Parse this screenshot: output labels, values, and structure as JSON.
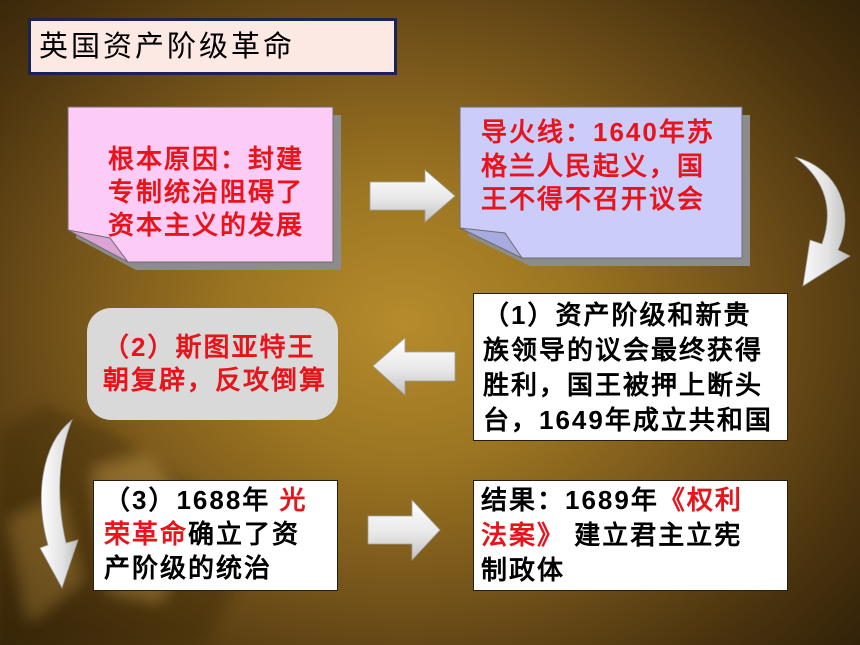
{
  "slide": {
    "title": "英国资产阶级革命",
    "colors": {
      "title_background": "#fde9e3",
      "title_border": "#1b2350",
      "cause_box_fill": "#fccbf6",
      "trigger_box_fill": "#cbccf9",
      "restoration_box_fill": "#d9d9d9",
      "note_shadow": "#8c8c8c",
      "frame_background": "#ffffff"
    }
  },
  "boxes": {
    "cause": {
      "text_color": "#e8141b",
      "lines": [
        "根本原因：封建",
        "专制统治阻碍了",
        "资本主义的发展"
      ]
    },
    "trigger": {
      "text_color": "#e8141b",
      "lines": [
        "导火线：1640年苏",
        "格兰人民起义，国",
        "王不得不召开议会"
      ]
    },
    "parliament_victory": {
      "text_color": "#000000",
      "lines": [
        "（1）资产阶级和新贵",
        "族领导的议会最终获得",
        "胜利，国王被押上断头",
        "台，1649年成立共和国"
      ]
    },
    "restoration": {
      "text_color": "#e8141b",
      "lines": [
        "（2）斯图亚特王",
        "朝复辟，反攻倒算"
      ]
    },
    "glorious_revolution": {
      "lines": [
        [
          {
            "text": "（3）1688年 ",
            "color": "#000000"
          },
          {
            "text": "光",
            "color": "#e8141b"
          }
        ],
        [
          {
            "text": "荣革命",
            "color": "#e8141b"
          },
          {
            "text": "确立了资",
            "color": "#000000"
          }
        ],
        [
          {
            "text": "产阶级的统治",
            "color": "#000000"
          }
        ]
      ]
    },
    "result": {
      "lines": [
        [
          {
            "text": "结果：1689年",
            "color": "#000000"
          },
          {
            "text": "《权利",
            "color": "#e8141b"
          }
        ],
        [
          {
            "text": "法案》",
            "color": "#e8141b"
          },
          {
            "text": " 建立君主立宪",
            "color": "#000000"
          }
        ],
        [
          {
            "text": "制政体",
            "color": "#000000"
          }
        ]
      ]
    }
  },
  "connectors": [
    "right-arrow-icon",
    "curved-down-arrow-icon",
    "left-arrow-icon",
    "curved-down-arrow-icon",
    "right-arrow-icon"
  ]
}
